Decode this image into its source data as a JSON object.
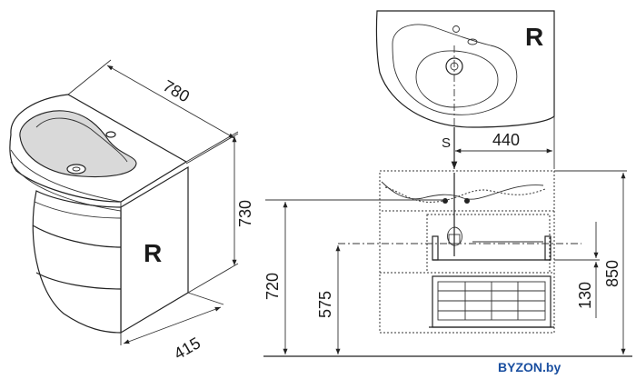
{
  "iso_view": {
    "side_label": "R",
    "dim_width": "780",
    "dim_height": "730",
    "dim_depth": "415"
  },
  "top_view": {
    "side_label": "R"
  },
  "front_view": {
    "s_label": "S",
    "dim_offset": "440",
    "dim_total_height": "720",
    "dim_drain_height": "575",
    "dim_cabinet_height": "850",
    "dim_drawer_gap": "130"
  },
  "watermark": {
    "text": "BYZON.by"
  }
}
